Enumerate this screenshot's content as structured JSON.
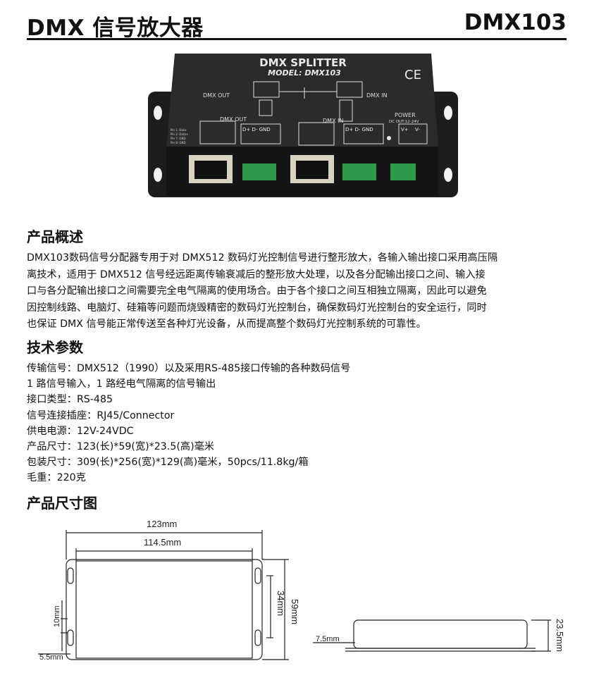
{
  "header": {
    "title": "DMX 信号放大器",
    "model": "DMX103"
  },
  "product": {
    "panel_title": "DMX SPLITTER",
    "panel_model": "MODEL: DMX103",
    "ce_mark": "CE",
    "label_dmx_out": "DMX OUT",
    "label_dmx_in": "DMX IN",
    "label_power": "POWER",
    "label_power_sub": "DC OUT:12-24V",
    "terminal_dmx": "D+ D- GND",
    "terminal_power_plus": "V+",
    "terminal_power_minus": "V-",
    "pin_legend": [
      "Pin 1: Data-",
      "Pin 2: Data+",
      "Pin 7: GND",
      "Pin 8: GND"
    ]
  },
  "overview": {
    "heading": "产品概述",
    "lines": [
      "DMX103数码信号分配器专用于对 DMX512 数码灯光控制信号进行整形放大，各输入输出接口采用高压隔",
      "离技术，适用于 DMX512 信号经远距离传输衰减后的整形放大处理，以及各分配输出接口之间、输入接",
      "口与各分配输出接口之间需要完全电气隔离的使用场合。由于各个接口之间互相独立隔离，因此可以避免",
      "因控制线路、电脑灯、硅箱等问题而烧毁精密的数码灯光控制台，确保数码灯光控制台的安全运行，同时",
      "也保证 DMX 信号能正常传送至各种灯光设备，从而提高整个数码灯光控制系统的可靠性。"
    ]
  },
  "specs": {
    "heading": "技术参数",
    "items": [
      "传输信号：DMX512（1990）以及采用RS-485接口传输的各种数码信号",
      "1 路信号输入，1 路经电气隔离的信号输出",
      "接口类型：RS-485",
      "信号连接插座：RJ45/Connector",
      "供电电源：12V-24VDC",
      "产品尺寸：123(长)*59(宽)*23.5(高)毫米",
      "包装尺寸：309(长)*256(宽)*129(高)毫米，50pcs/11.8kg/箱",
      "毛重：220克"
    ]
  },
  "dimensions": {
    "heading": "产品尺寸图",
    "overall_length": "123mm",
    "inner_length": "114.5mm",
    "overall_width": "59mm",
    "slot_spacing": "34mm",
    "slot_offset": "10mm",
    "edge_offset": "5.5mm",
    "flange": "7.5mm",
    "height": "23.5mm"
  }
}
